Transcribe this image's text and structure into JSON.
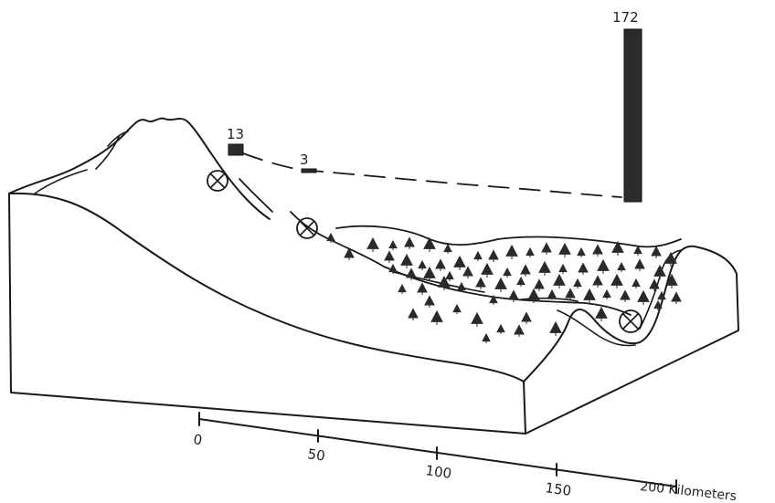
{
  "figure": {
    "bars": [
      {
        "label": "13",
        "value": 13,
        "marker": "circled-x"
      },
      {
        "label": "3",
        "value": 3,
        "marker": "circled-x"
      },
      {
        "label": "172",
        "value": 172,
        "marker": "circled-x"
      }
    ],
    "scale": {
      "ticks": [
        "0",
        "50",
        "100",
        "150",
        "200 Kilometers"
      ],
      "values": [
        0,
        50,
        100,
        150,
        200
      ],
      "unit": "Kilometers"
    },
    "colors": {
      "ink": "#1a1a1a",
      "bar_fill": "#2b2b2b",
      "background": "#ffffff"
    }
  }
}
